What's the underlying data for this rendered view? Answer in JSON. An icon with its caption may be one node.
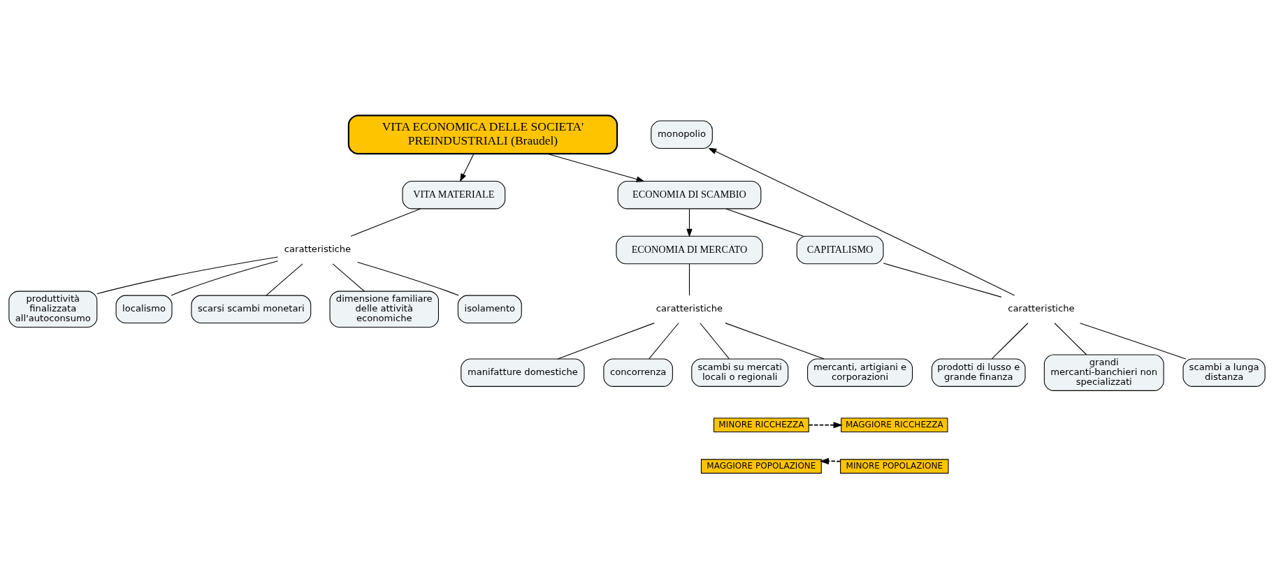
{
  "diagram": {
    "nodes": [
      {
        "text": [
          "VITA ECONOMICA DELLE SOCIETA' PREINDUSTRIALI (Braudel)"
        ]
      },
      {
        "text": [
          "VITA MATERIALE"
        ]
      },
      {
        "text": [
          "ECONOMIA DI SCAMBIO"
        ]
      },
      {
        "text": [
          "caratteristiche"
        ]
      },
      {
        "text": [
          "produttività finalizzata all'autoconsumo"
        ]
      },
      {
        "text": [
          "localismo"
        ]
      },
      {
        "text": [
          "scarsi scambi monetari"
        ]
      },
      {
        "text": [
          "dimensione familiare delle attività economiche"
        ]
      },
      {
        "text": [
          "isolamento"
        ]
      },
      {
        "text": [
          "ECONOMIA DI MERCATO"
        ]
      },
      {
        "text": [
          "CAPITALISMO"
        ]
      },
      {
        "text": [
          "caratteristiche"
        ]
      },
      {
        "text": [
          "manifatture domestiche"
        ]
      },
      {
        "text": [
          "concorrenza"
        ]
      },
      {
        "text": [
          "scambi su mercati locali o regionali"
        ]
      },
      {
        "text": [
          "mercanti, artigiani e corporazioni"
        ]
      },
      {
        "text": [
          "caratteristiche"
        ]
      },
      {
        "text": [
          "monopolio"
        ]
      },
      {
        "text": [
          "prodotti di lusso e grande finanza"
        ]
      },
      {
        "text": [
          "grandi mercanti-banchieri non specializzati"
        ]
      },
      {
        "text": [
          "scambi a lunga distanza"
        ]
      },
      {
        "text": [
          "MINORE RICCHEZZA"
        ]
      },
      {
        "text": [
          "MAGGIORE RICCHEZZA"
        ]
      },
      {
        "text": [
          "MAGGIORE POPOLAZIONE"
        ]
      },
      {
        "text": [
          "MINORE POPOLAZIONE"
        ]
      }
    ],
    "edges": [
      {
        "from": 0,
        "to": 1,
        "arrow": "to"
      },
      {
        "from": 0,
        "to": 2,
        "arrow": "to"
      },
      {
        "from": 1,
        "to": 3,
        "arrow": "none"
      },
      {
        "from": 3,
        "to": 4,
        "arrow": "none"
      },
      {
        "from": 3,
        "to": 5,
        "arrow": "none"
      },
      {
        "from": 3,
        "to": 6,
        "arrow": "none"
      },
      {
        "from": 3,
        "to": 7,
        "arrow": "none"
      },
      {
        "from": 3,
        "to": 8,
        "arrow": "none"
      },
      {
        "from": 2,
        "to": 9,
        "arrow": "to"
      },
      {
        "from": 2,
        "to": 10,
        "arrow": "none"
      },
      {
        "from": 9,
        "to": 11,
        "arrow": "none"
      },
      {
        "from": 11,
        "to": 12,
        "arrow": "none"
      },
      {
        "from": 11,
        "to": 13,
        "arrow": "none"
      },
      {
        "from": 11,
        "to": 14,
        "arrow": "none"
      },
      {
        "from": 11,
        "to": 15,
        "arrow": "none"
      },
      {
        "from": 10,
        "to": 16,
        "arrow": "none"
      },
      {
        "from": 16,
        "to": 17,
        "arrow": "to"
      },
      {
        "from": 16,
        "to": 18,
        "arrow": "none"
      },
      {
        "from": 16,
        "to": 19,
        "arrow": "none"
      },
      {
        "from": 16,
        "to": 20,
        "arrow": "none"
      },
      {
        "from": 21,
        "to": 22,
        "arrow": "to",
        "style": "dashed"
      },
      {
        "from": 24,
        "to": 23,
        "arrow": "to",
        "style": "dashed"
      }
    ]
  }
}
